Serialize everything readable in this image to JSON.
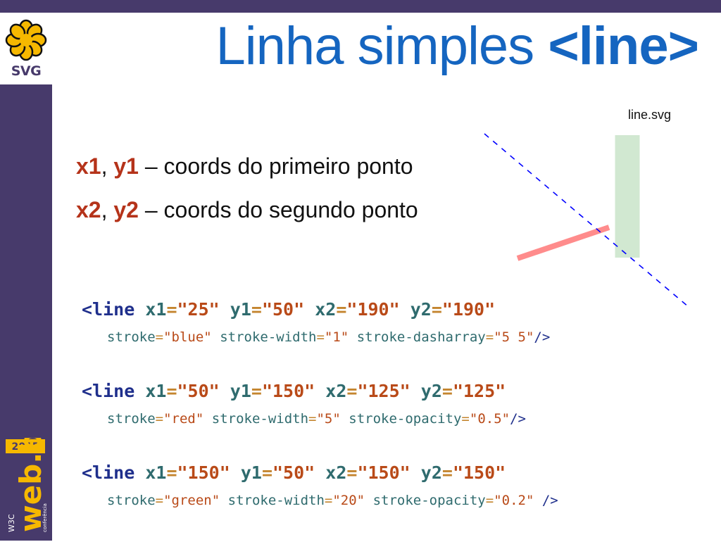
{
  "logo": {
    "label": "SVG",
    "icon": "asterisk-flower-icon",
    "color": "#f6b800"
  },
  "title": {
    "text": "Linha simples",
    "tag": "<line>"
  },
  "bullets": [
    {
      "v1": "x1",
      "sep": ",",
      "v2": "y1",
      "desc": "– coords do primeiro ponto"
    },
    {
      "v1": "x2",
      "sep": ",",
      "v2": "y2",
      "desc": "– coords do segundo ponto"
    }
  ],
  "preview": {
    "label": "line.svg"
  },
  "code": [
    {
      "tag": "<line",
      "attrs": [
        {
          "name": "x1",
          "value": "\"25\""
        },
        {
          "name": "y1",
          "value": "\"50\""
        },
        {
          "name": "x2",
          "value": "\"190\""
        },
        {
          "name": "y2",
          "value": "\"190\""
        }
      ],
      "attrs2": [
        {
          "name": "stroke",
          "value": "\"blue\""
        },
        {
          "name": "stroke-width",
          "value": "\"1\""
        },
        {
          "name": "stroke-dasharray",
          "value": "\"5 5\""
        }
      ],
      "close": "/>"
    },
    {
      "tag": "<line",
      "attrs": [
        {
          "name": "x1",
          "value": "\"50\""
        },
        {
          "name": "y1",
          "value": "\"150\""
        },
        {
          "name": "x2",
          "value": "\"125\""
        },
        {
          "name": "y2",
          "value": "\"125\""
        }
      ],
      "attrs2": [
        {
          "name": "stroke",
          "value": "\"red\""
        },
        {
          "name": "stroke-width",
          "value": "\"5\""
        },
        {
          "name": "stroke-opacity",
          "value": "\"0.5\""
        }
      ],
      "close": "/>"
    },
    {
      "tag": "<line",
      "attrs": [
        {
          "name": "x1",
          "value": "\"150\""
        },
        {
          "name": "y1",
          "value": "\"50\""
        },
        {
          "name": "x2",
          "value": "\"150\""
        },
        {
          "name": "y2",
          "value": "\"150\""
        }
      ],
      "attrs2": [
        {
          "name": "stroke",
          "value": "\"green\""
        },
        {
          "name": "stroke-width",
          "value": "\"20\""
        },
        {
          "name": "stroke-opacity",
          "value": "\"0.2\""
        }
      ],
      "close": " />"
    }
  ],
  "badge": {
    "year": "2015",
    "brand": "web.br",
    "org": "W3C",
    "sub": "conferência"
  },
  "colors": {
    "bar": "#473a6b",
    "title": "#1565c0",
    "accent": "#b5331a",
    "badge": "#f6b800"
  }
}
